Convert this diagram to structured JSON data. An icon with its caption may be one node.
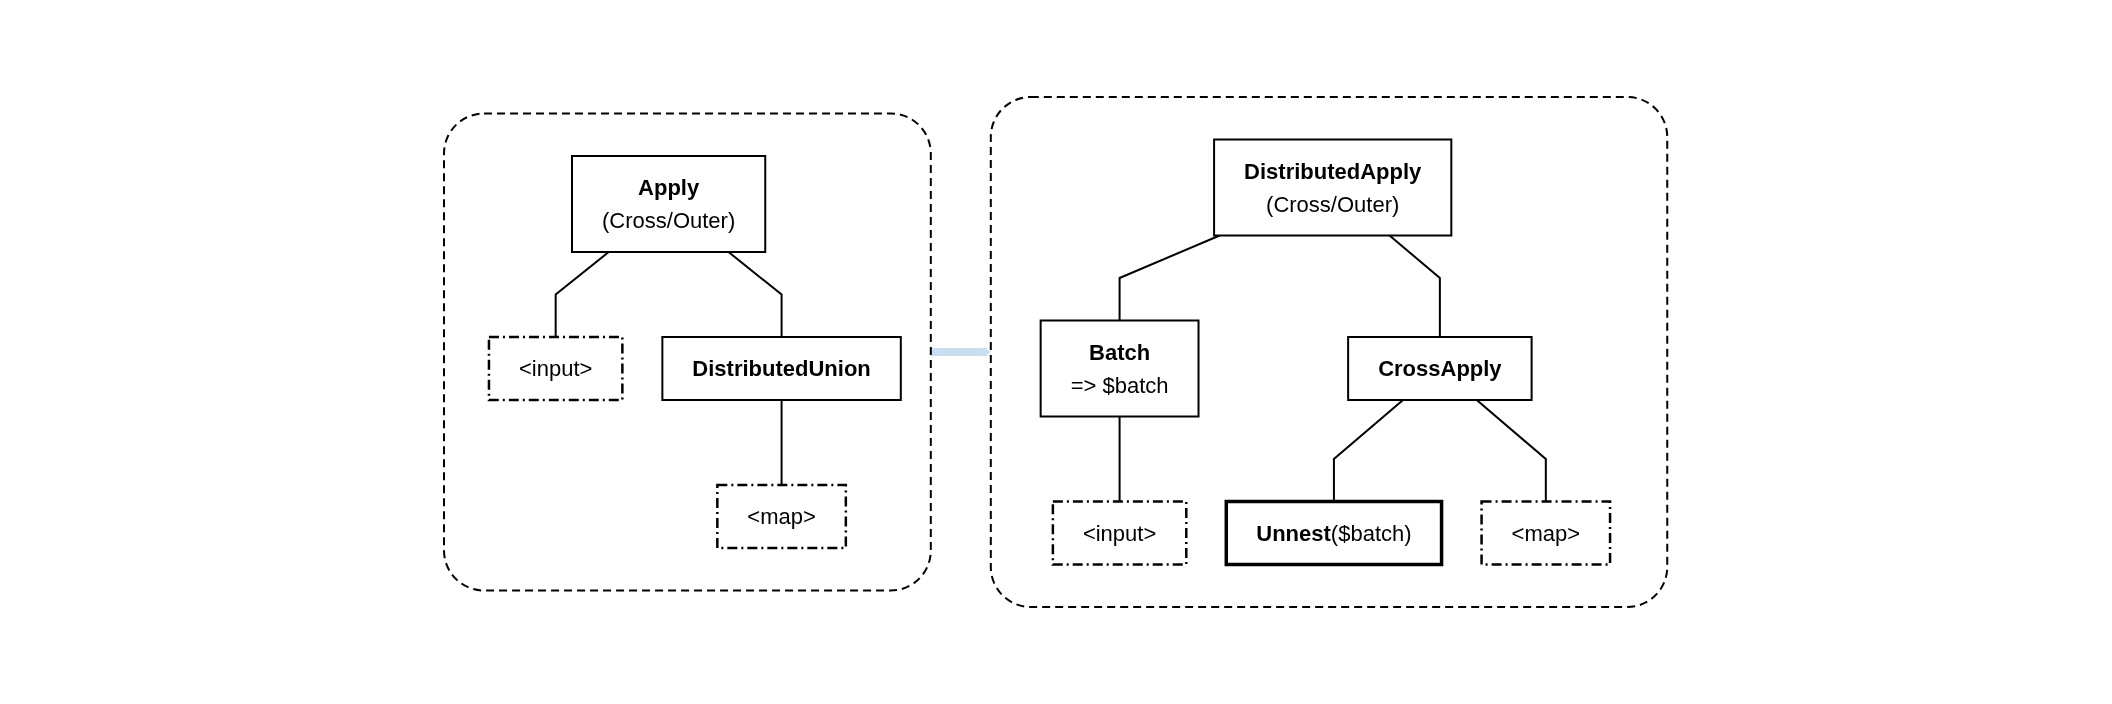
{
  "diagram": {
    "nodes": [
      {
        "text": [],
        "shape": "box"
      },
      {
        "text": [
          "Apply",
          "(Cross/Outer)"
        ],
        "in": 0
      },
      {
        "text": [
          "DistributedUnion"
        ],
        "in": 0
      },
      {
        "text": [
          "<input>"
        ],
        "in": 0
      },
      {
        "text": [
          "<map>"
        ],
        "in": 0
      },
      {
        "text": [],
        "shape": "box"
      },
      {
        "text": [
          "DistributedApply",
          "(Cross/Outer)"
        ],
        "in": 5
      },
      {
        "text": [
          "Batch",
          "=> $batch"
        ],
        "in": 5
      },
      {
        "text": [
          "CrossApply"
        ],
        "in": 5
      },
      {
        "text": [
          "<input>"
        ],
        "in": 5
      },
      {
        "text": [
          "**Unnest**($batch)"
        ],
        "in": 5
      },
      {
        "text": [
          "<map>"
        ],
        "in": 5
      }
    ],
    "edges": [
      {
        "from": 1,
        "to": 3,
        "arrow": "none"
      },
      {
        "from": 1,
        "to": 2,
        "arrow": "none"
      },
      {
        "from": 2,
        "to": 4,
        "arrow": "none"
      },
      {
        "from": 0,
        "to": 5,
        "arrow": "to",
        "style": "thick",
        "color": "#c9ddf0"
      },
      {
        "from": 6,
        "to": 7,
        "arrow": "none"
      },
      {
        "from": 6,
        "to": 8,
        "arrow": "none"
      },
      {
        "from": 7,
        "to": 9,
        "arrow": "none"
      },
      {
        "from": 8,
        "to": 10,
        "arrow": "none"
      },
      {
        "from": 8,
        "to": 11,
        "arrow": "none"
      }
    ]
  }
}
